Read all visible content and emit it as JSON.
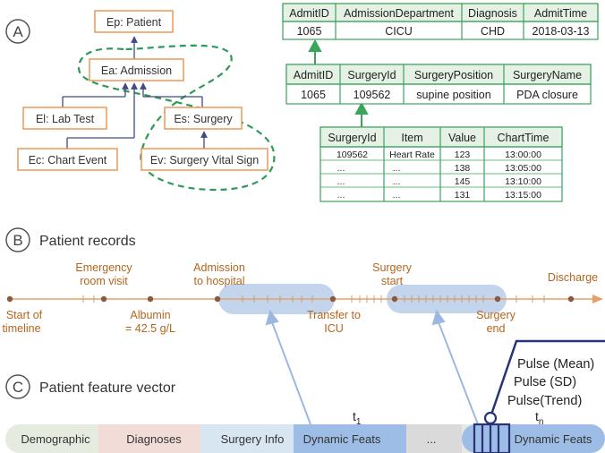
{
  "colors": {
    "orange": "#e8914a",
    "orange_text": "#b5651d",
    "green": "#3aa45a",
    "navy": "#3f4a86",
    "dashed_green": "#2e9a55",
    "timeline": "#e8a06a",
    "highlight": "#b9cdea",
    "arrow_blue": "#9db8e0"
  },
  "section_a": {
    "letter": "A",
    "entities": {
      "patient": "Ep: Patient",
      "admission": "Ea: Admission",
      "lab_test": "El: Lab Test",
      "surgery": "Es: Surgery",
      "chart_event": "Ec: Chart Event",
      "vital_sign": "Ev: Surgery Vital Sign"
    },
    "admission_table": {
      "headers": [
        "AdmitID",
        "AdmissionDepartment",
        "Diagnosis",
        "AdmitTime"
      ],
      "row": [
        "1065",
        "CICU",
        "CHD",
        "2018-03-13"
      ]
    },
    "surgery_table": {
      "headers": [
        "AdmitID",
        "SurgeryId",
        "SurgeryPosition",
        "SurgeryName"
      ],
      "row": [
        "1065",
        "109562",
        "supine position",
        "PDA closure"
      ]
    },
    "vitals_table": {
      "headers": [
        "SurgeryId",
        "Item",
        "Value",
        "ChartTime"
      ],
      "rows": [
        [
          "109562",
          "Heart Rate",
          "123",
          "13:00:00"
        ],
        [
          "...",
          "...",
          "138",
          "13:05:00"
        ],
        [
          "...",
          "...",
          "145",
          "13:10:00"
        ],
        [
          "...",
          "...",
          "131",
          "13:15:00"
        ]
      ]
    }
  },
  "section_b": {
    "letter": "B",
    "title": "Patient records",
    "events": {
      "start": [
        "Start of",
        "timeline"
      ],
      "emergency": [
        "Emergency",
        "room visit"
      ],
      "albumin": [
        "Albumin",
        "= 42.5 g/L"
      ],
      "admission": [
        "Admission",
        "to hospital"
      ],
      "transfer": [
        "Transfer to",
        "ICU"
      ],
      "surgery_start": [
        "Surgery",
        "start"
      ],
      "surgery_end": [
        "Surgery",
        "end"
      ],
      "discharge": [
        "Discharge"
      ]
    }
  },
  "section_c": {
    "letter": "C",
    "title": "Patient feature vector",
    "segments": [
      "Demographic",
      "Diagnoses",
      "Surgery Info",
      "Dynamic Feats",
      "...",
      "Dynamic Feats"
    ],
    "t_first": "t",
    "t_first_sub": "1",
    "t_last": "t",
    "t_last_sub": "n",
    "callout": [
      "Pulse (Mean)",
      "Pulse (SD)",
      "Pulse(Trend)"
    ]
  }
}
